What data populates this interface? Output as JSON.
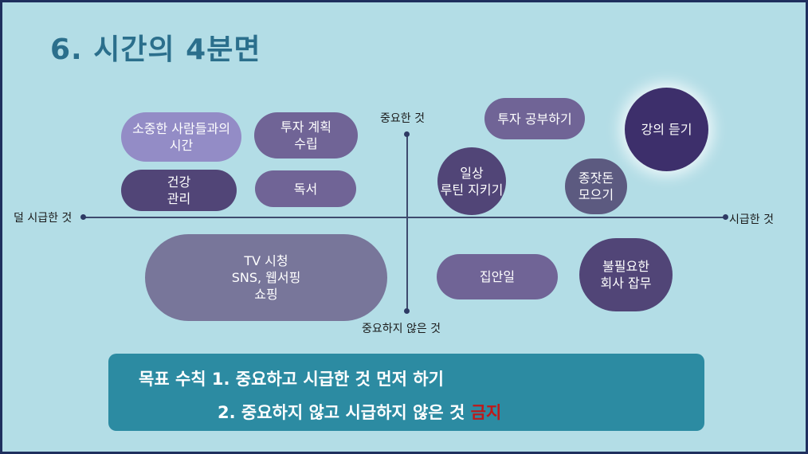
{
  "title": "6. 시간의 4분면",
  "axes": {
    "top": "중요한 것",
    "bottom": "중요하지 않은 것",
    "left": "덜 시급한 것",
    "right": "시급한 것"
  },
  "items": {
    "people": "소중한 사람들과의\n시간",
    "invest_plan": "투자 계획\n수립",
    "health": "건강\n관리",
    "reading": "독서",
    "tv": "TV 시청\nSNS, 웹서핑\n쇼핑",
    "invest_study": "투자 공부하기",
    "lecture": "강의 듣기",
    "routine": "일상\n루틴 지키기",
    "savings": "종잣돈\n모으기",
    "housework": "집안일",
    "office": "불필요한\n회사 잡무"
  },
  "goal": {
    "line1": "목표 수칙 1. 중요하고 시급한 것 먼저 하기",
    "line2": "2. 중요하지 않고 시급하지 않은 것",
    "forbidden": "금지"
  },
  "colors": {
    "background": "#b3dde6",
    "title": "#2b6f8c",
    "goal_box": "#2c8ba2",
    "forbidden": "#c01818"
  }
}
